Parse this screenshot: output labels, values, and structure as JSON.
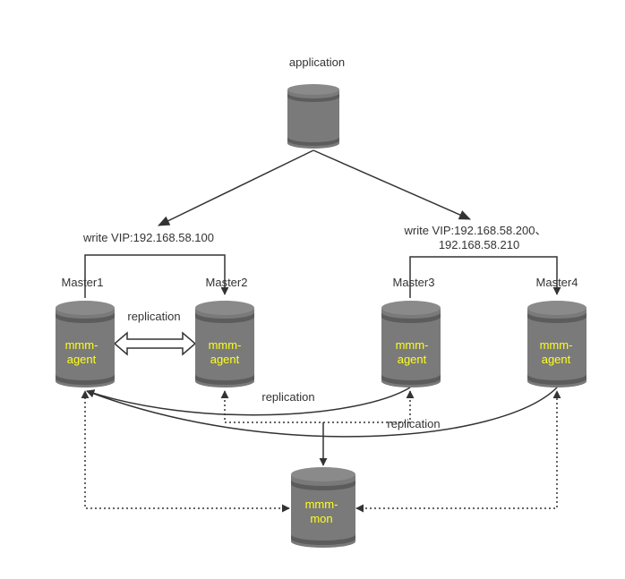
{
  "colors": {
    "cylinder_body": "#7a7a7a",
    "cylinder_top": "#8a8a8a",
    "cylinder_band": "#5c5c5c",
    "node_text": "#ffff1e",
    "line": "#333333"
  },
  "nodes": {
    "application": {
      "caption": "application"
    },
    "master1": {
      "caption": "Master1",
      "line1": "mmm-",
      "line2": "agent"
    },
    "master2": {
      "caption": "Master2",
      "line1": "mmm-",
      "line2": "agent"
    },
    "master3": {
      "caption": "Master3",
      "line1": "mmm-",
      "line2": "agent"
    },
    "master4": {
      "caption": "Master4",
      "line1": "mmm-",
      "line2": "agent"
    },
    "monitor": {
      "line1": "mmm-",
      "line2": "mon"
    }
  },
  "labels": {
    "vip_left": "write VIP:192.168.58.100",
    "vip_right_1": "write VIP:192.168.58.200、",
    "vip_right_2": "192.168.58.210",
    "replication_top": "replication",
    "replication_mid": "replication",
    "replication_low": "replication"
  }
}
